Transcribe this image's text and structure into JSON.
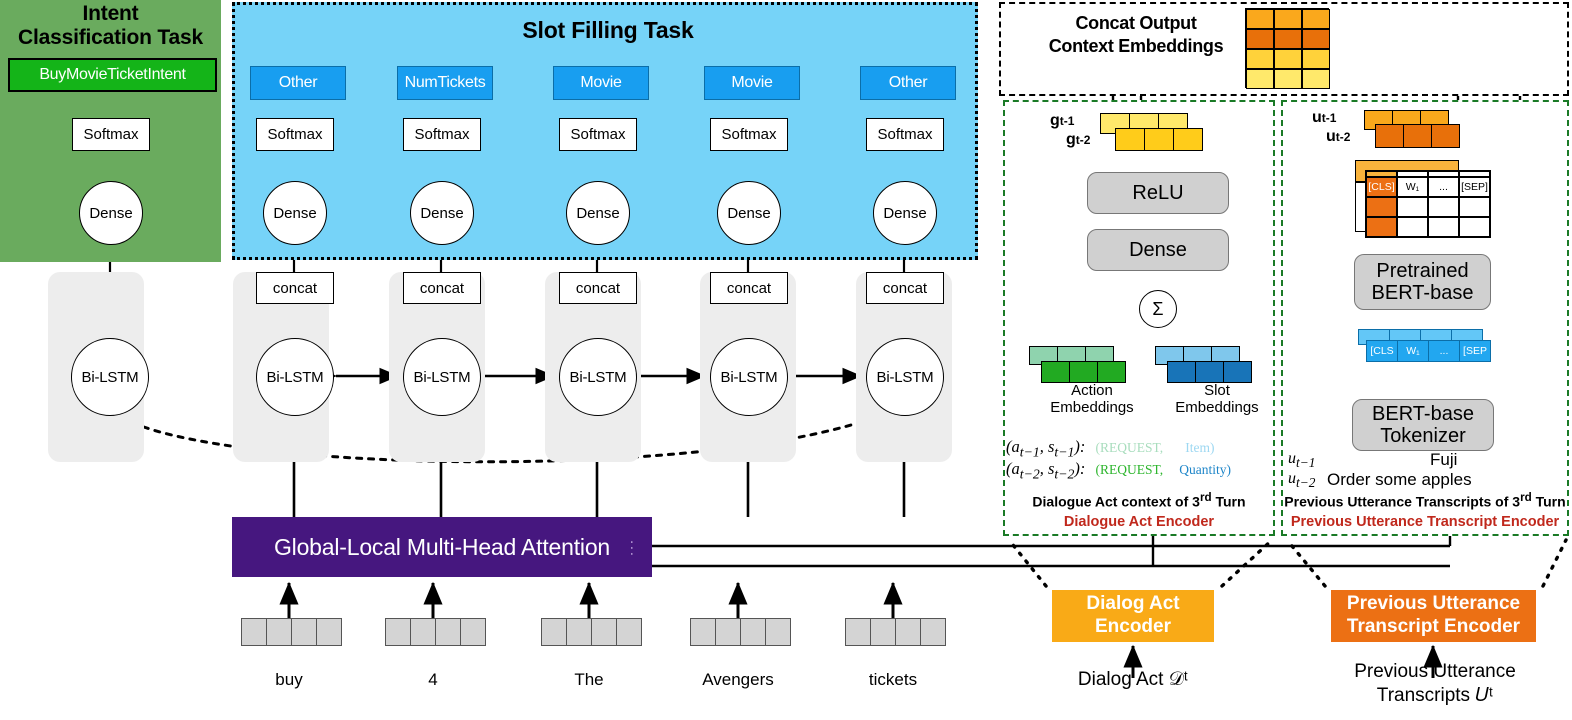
{
  "intent_task": {
    "title": "Intent\nClassification Task",
    "title_line1": "Intent",
    "title_line2": "Classification Task",
    "prediction": "BuyMovieTicketIntent",
    "softmax": "Softmax",
    "dense": "Dense",
    "lstm": "Bi-LSTM",
    "panel_color": "#6aab5e",
    "badge_color": "#14b418"
  },
  "slot_task": {
    "title": "Slot Filling Task",
    "panel_color": "#76d3f8",
    "label_color": "#189ef0",
    "softmax": "Softmax",
    "dense": "Dense",
    "concat": "concat",
    "lstm": "Bi-LSTM",
    "slots": [
      "Other",
      "NumTickets",
      "Movie",
      "Movie",
      "Other"
    ]
  },
  "attention": {
    "label": "Global-Local Multi-Head Attention",
    "color": "#46177f",
    "ellipsis": "..."
  },
  "input_sequence": {
    "tokens": [
      "buy",
      "4",
      "The",
      "Avengers",
      "tickets"
    ],
    "embedding_cells": 4
  },
  "concat_output": {
    "title_line1": "Concat Output",
    "title_line2": "Context Embeddings",
    "grid_rows": [
      {
        "name": "u_t-1",
        "color": "#faa81c"
      },
      {
        "name": "u_t-2",
        "color": "#e8700a"
      },
      {
        "name": "g_t-1",
        "color": "#ffd23a"
      },
      {
        "name": "g_t-2",
        "color": "#ffe96b"
      }
    ],
    "grid_cols": 3
  },
  "dialogue_act_encoder": {
    "encoder_name": "Dialogue Act Encoder",
    "context_caption": "Dialogue Act context of 3rd Turn",
    "context_caption_sup": "rd",
    "relu": "ReLU",
    "dense": "Dense",
    "sigma": "Σ",
    "g_t1_label": "g",
    "g_t1_sub": "t-1",
    "g_t2_label": "g",
    "g_t2_sub": "t-2",
    "action_caption_line1": "Action",
    "action_caption_line2": "Embeddings",
    "slot_caption_line1": "Slot",
    "slot_caption_line2": "Embeddings",
    "pair1_key": "(a",
    "pairs": [
      {
        "key": "(a_{t-1}, s_{t-1}):",
        "action": "(REQUEST,",
        "slot": "Item)",
        "shade": "light"
      },
      {
        "key": "(a_{t-2}, s_{t-2}):",
        "action": "(REQUEST,",
        "slot": "Quantity)",
        "shade": "dark"
      }
    ],
    "colors": {
      "action_light": "#8fd3ae",
      "action_dark": "#22aa22",
      "slot_light": "#7fc7ec",
      "slot_dark": "#1874b8",
      "g_light": "#ffe96b",
      "g_dark": "#ffcc1a"
    }
  },
  "utterance_encoder": {
    "encoder_name": "Previous Utterance Transcript Encoder",
    "context_caption": "Previous Utterance Transcripts of 3rd Turn",
    "bert_model": "Pretrained\nBERT-base",
    "bert_model_line1": "Pretrained",
    "bert_model_line2": "BERT-base",
    "tokenizer_line1": "BERT-base",
    "tokenizer_line2": "Tokenizer",
    "u_t1_label": "u",
    "u_t1_sub": "t-1",
    "u_t2_label": "u",
    "u_t2_sub": "t-2",
    "bert_tokens": [
      "[CLS]",
      "W₁",
      "...",
      "[SEP]"
    ],
    "tokenizer_tokens": [
      "[CLS",
      "W₁",
      "...",
      "[SEP"
    ],
    "utterances": [
      {
        "key": "u_{t-1}",
        "text": "Fuji"
      },
      {
        "key": "u_{t-2}",
        "text": "Order some apples"
      }
    ],
    "colors": {
      "u_light": "#faa81c",
      "u_dark": "#e8700a",
      "token_blue": "#22a7f0"
    }
  },
  "bottom_encoders": [
    {
      "name": "dialog-act-encoder",
      "line1": "Dialog Act",
      "line2": "Encoder",
      "color": "#f9aa17",
      "input_line1": "Dialog Act 𝒟ᵗ",
      "input_line2": ""
    },
    {
      "name": "previous-utterance-transcript-encoder",
      "line1": "Previous Utterance",
      "line2": "Transcript Encoder",
      "color": "#ec7014",
      "input_line1": "Previous Utterance",
      "input_line2": "Transcripts 𝑈ᵗ"
    }
  ]
}
